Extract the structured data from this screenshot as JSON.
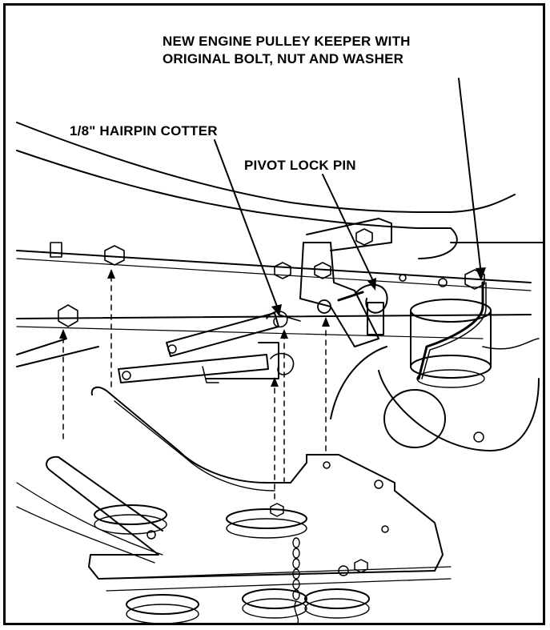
{
  "figure": {
    "callouts": {
      "keeper_line1": "NEW ENGINE PULLEY KEEPER WITH",
      "keeper_line2": "ORIGINAL BOLT, NUT AND WASHER",
      "hairpin": "1/8\" HAIRPIN COTTER",
      "pivot_lock": "PIVOT LOCK PIN"
    }
  }
}
